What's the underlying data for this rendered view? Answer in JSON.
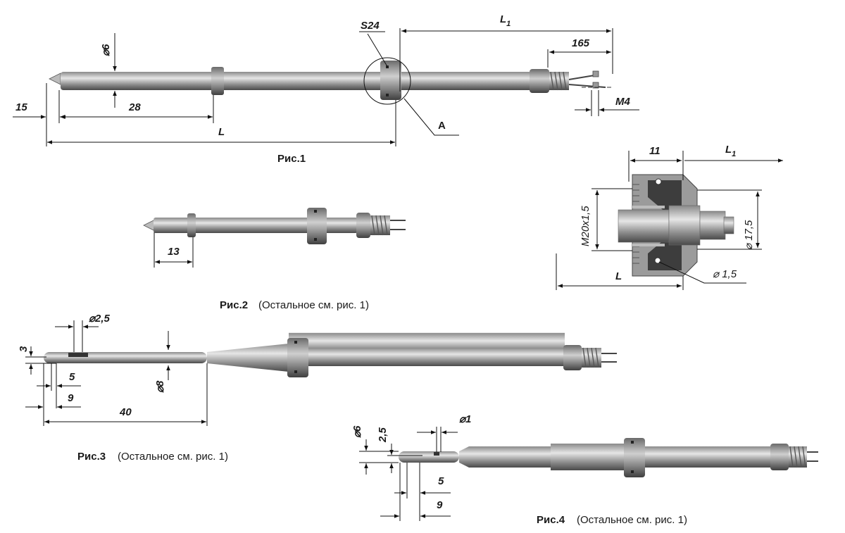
{
  "figures": {
    "fig1": {
      "caption": "Рис.1",
      "dims": {
        "l1": "L",
        "l1_sub": "1",
        "d165": "165",
        "s24": "S24",
        "d6": "6",
        "m4": "M4",
        "d15": "15",
        "d28": "28",
        "l": "L",
        "a": "A"
      }
    },
    "detail_a": {
      "dims": {
        "d11": "11",
        "l1": "L",
        "l1_sub": "1",
        "m20": "M20x1,5",
        "d175": "17,5",
        "d15": "1,5",
        "l": "L"
      }
    },
    "fig2": {
      "caption": "Рис.2",
      "note": "(Остальное см. рис. 1)",
      "dims": {
        "d13": "13"
      }
    },
    "fig3": {
      "caption": "Рис.3",
      "note": "(Остальное см. рис. 1)",
      "dims": {
        "d25": "2,5",
        "d3": "3",
        "d5": "5",
        "d9": "9",
        "d8": "8",
        "d40": "40"
      }
    },
    "fig4": {
      "caption": "Рис.4",
      "note": "(Остальное см. рис. 1)",
      "dims": {
        "d6": "6",
        "d25": "2,5",
        "d1": "1",
        "d5": "5",
        "d9": "9"
      }
    }
  },
  "colors": {
    "metal_dark": "#5e5e5e",
    "metal_mid": "#a0a0a0",
    "metal_light": "#d8d8d8",
    "section_fill": "#9a9a9a",
    "line": "#111111"
  }
}
